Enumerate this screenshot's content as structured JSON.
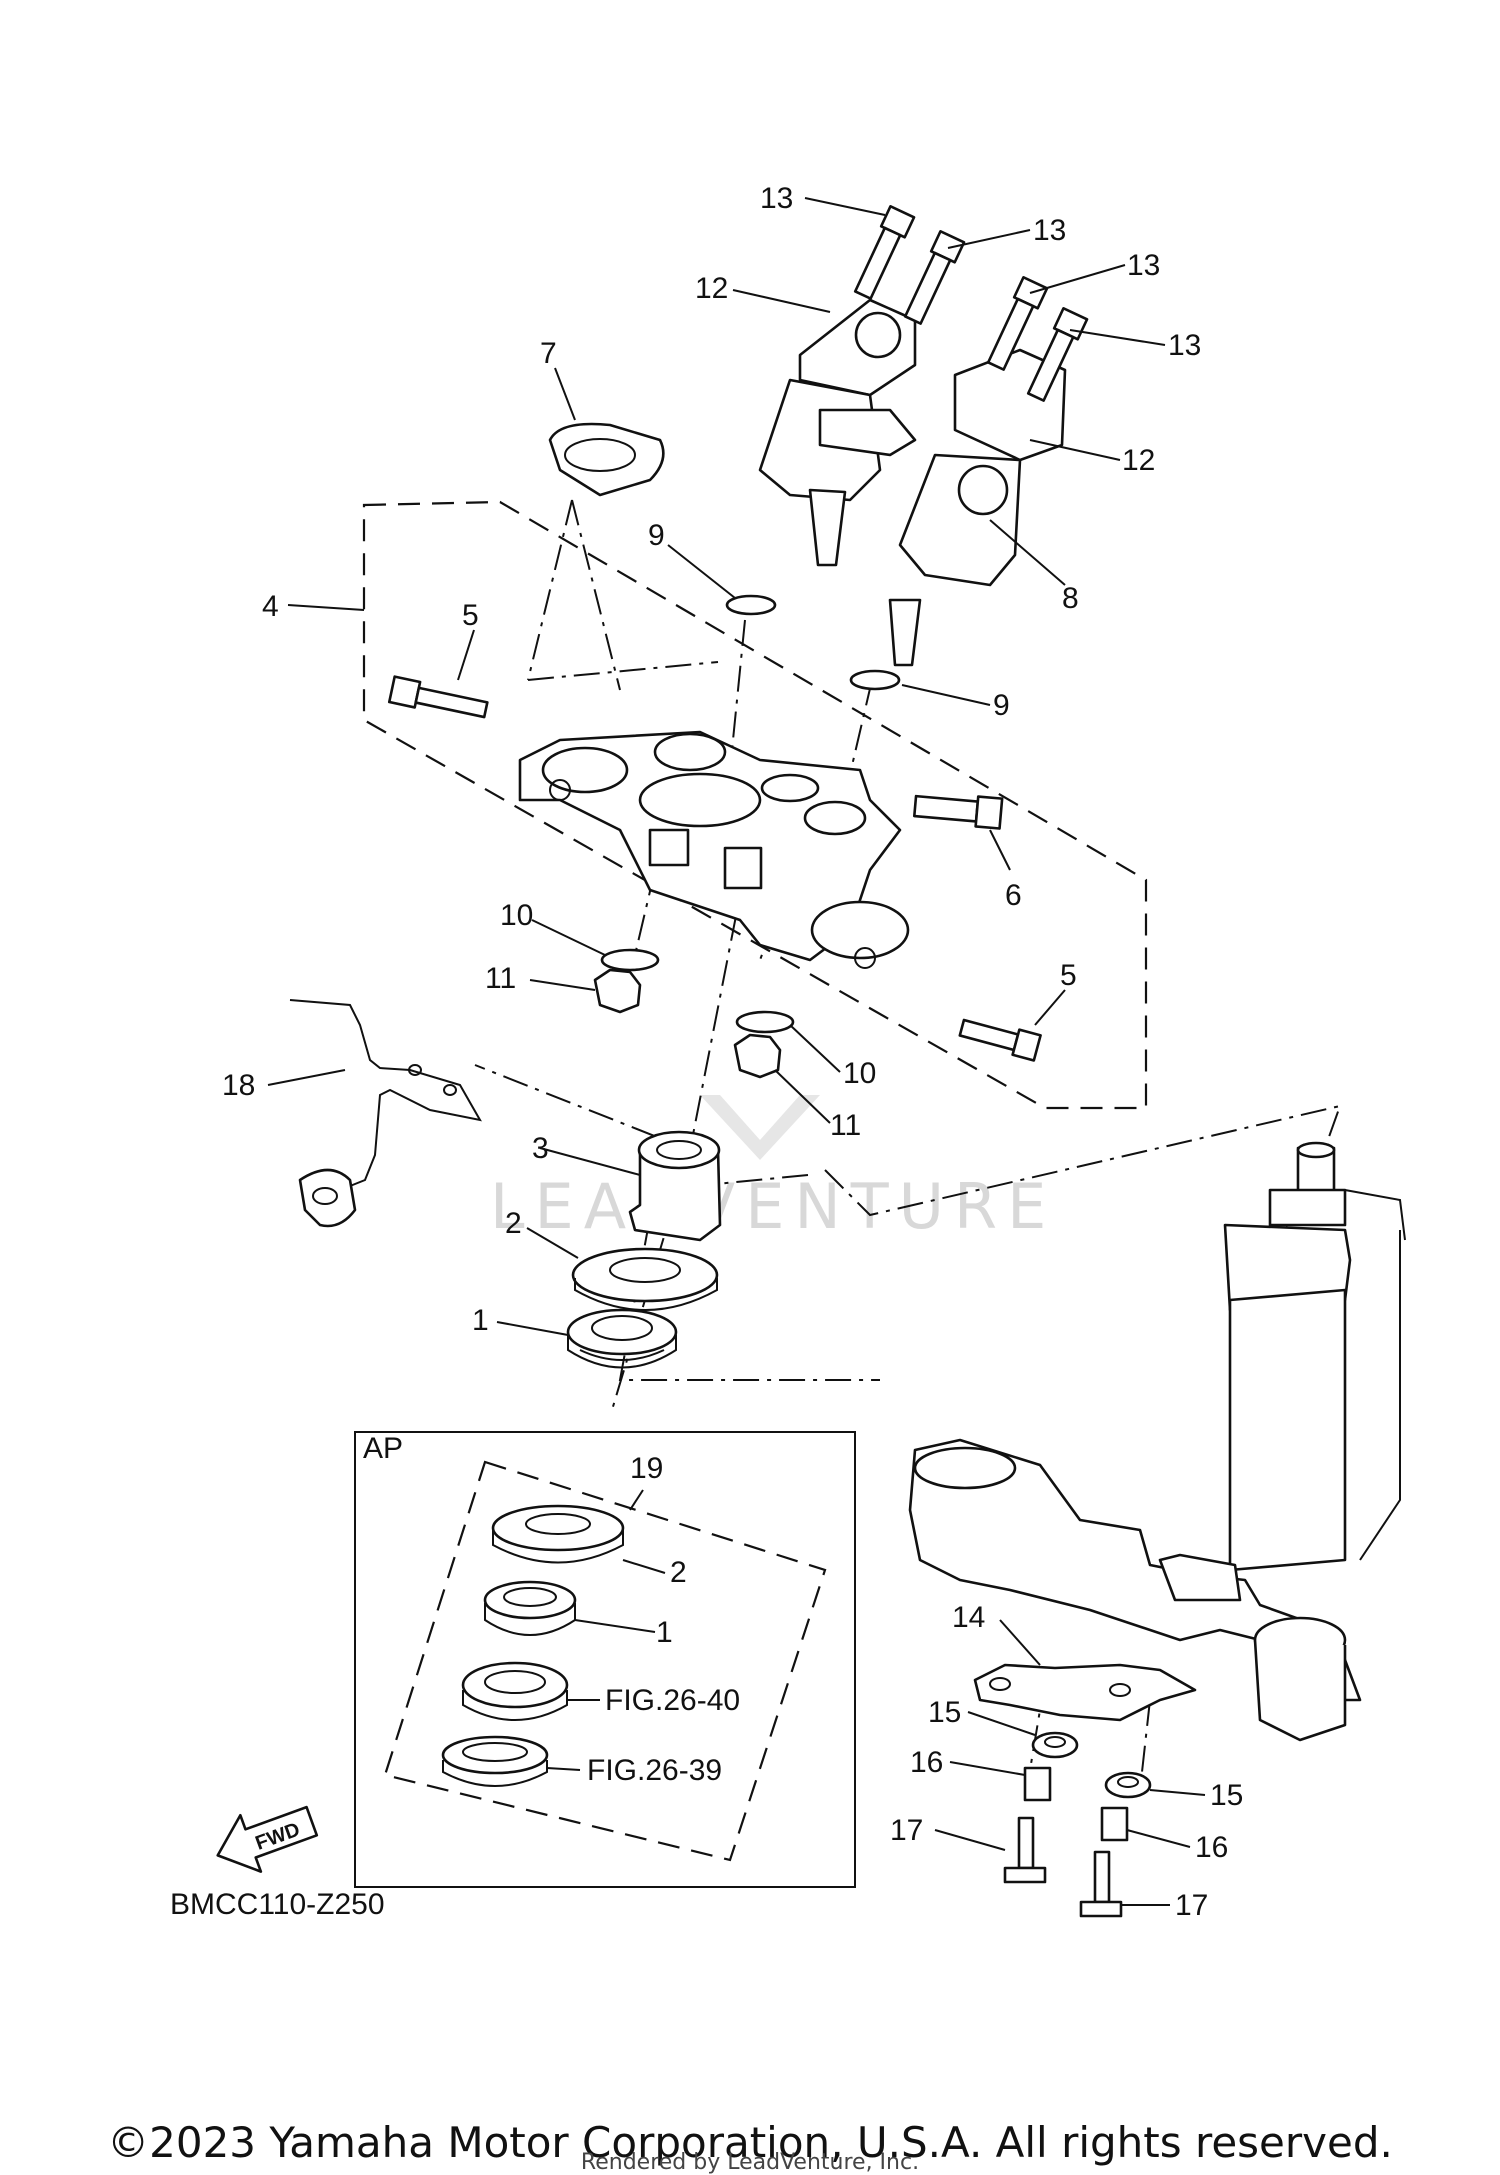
{
  "diagram": {
    "code": "BMCC110-Z250",
    "watermark": "LEADVENTURE",
    "copyright": "©2023 Yamaha Motor Corporation, U.S.A. All rights reserved.",
    "rendered_by": "Rendered by LeadVenture, Inc.",
    "fwd_label": "FWD",
    "ap_label": "AP",
    "callouts": {
      "c1": "1",
      "c2": "2",
      "c3": "3",
      "c4": "4",
      "c5a": "5",
      "c5b": "5",
      "c6": "6",
      "c7": "7",
      "c8": "8",
      "c9a": "9",
      "c9b": "9",
      "c10a": "10",
      "c10b": "10",
      "c11a": "11",
      "c11b": "11",
      "c12a": "12",
      "c12b": "12",
      "c13a": "13",
      "c13b": "13",
      "c13c": "13",
      "c13d": "13",
      "c14": "14",
      "c15a": "15",
      "c15b": "15",
      "c16a": "16",
      "c16b": "16",
      "c17a": "17",
      "c17b": "17",
      "c18": "18",
      "c19": "19",
      "ap2": "2",
      "ap1": "1",
      "fig40": "FIG.26-40",
      "fig39": "FIG.26-39"
    }
  }
}
